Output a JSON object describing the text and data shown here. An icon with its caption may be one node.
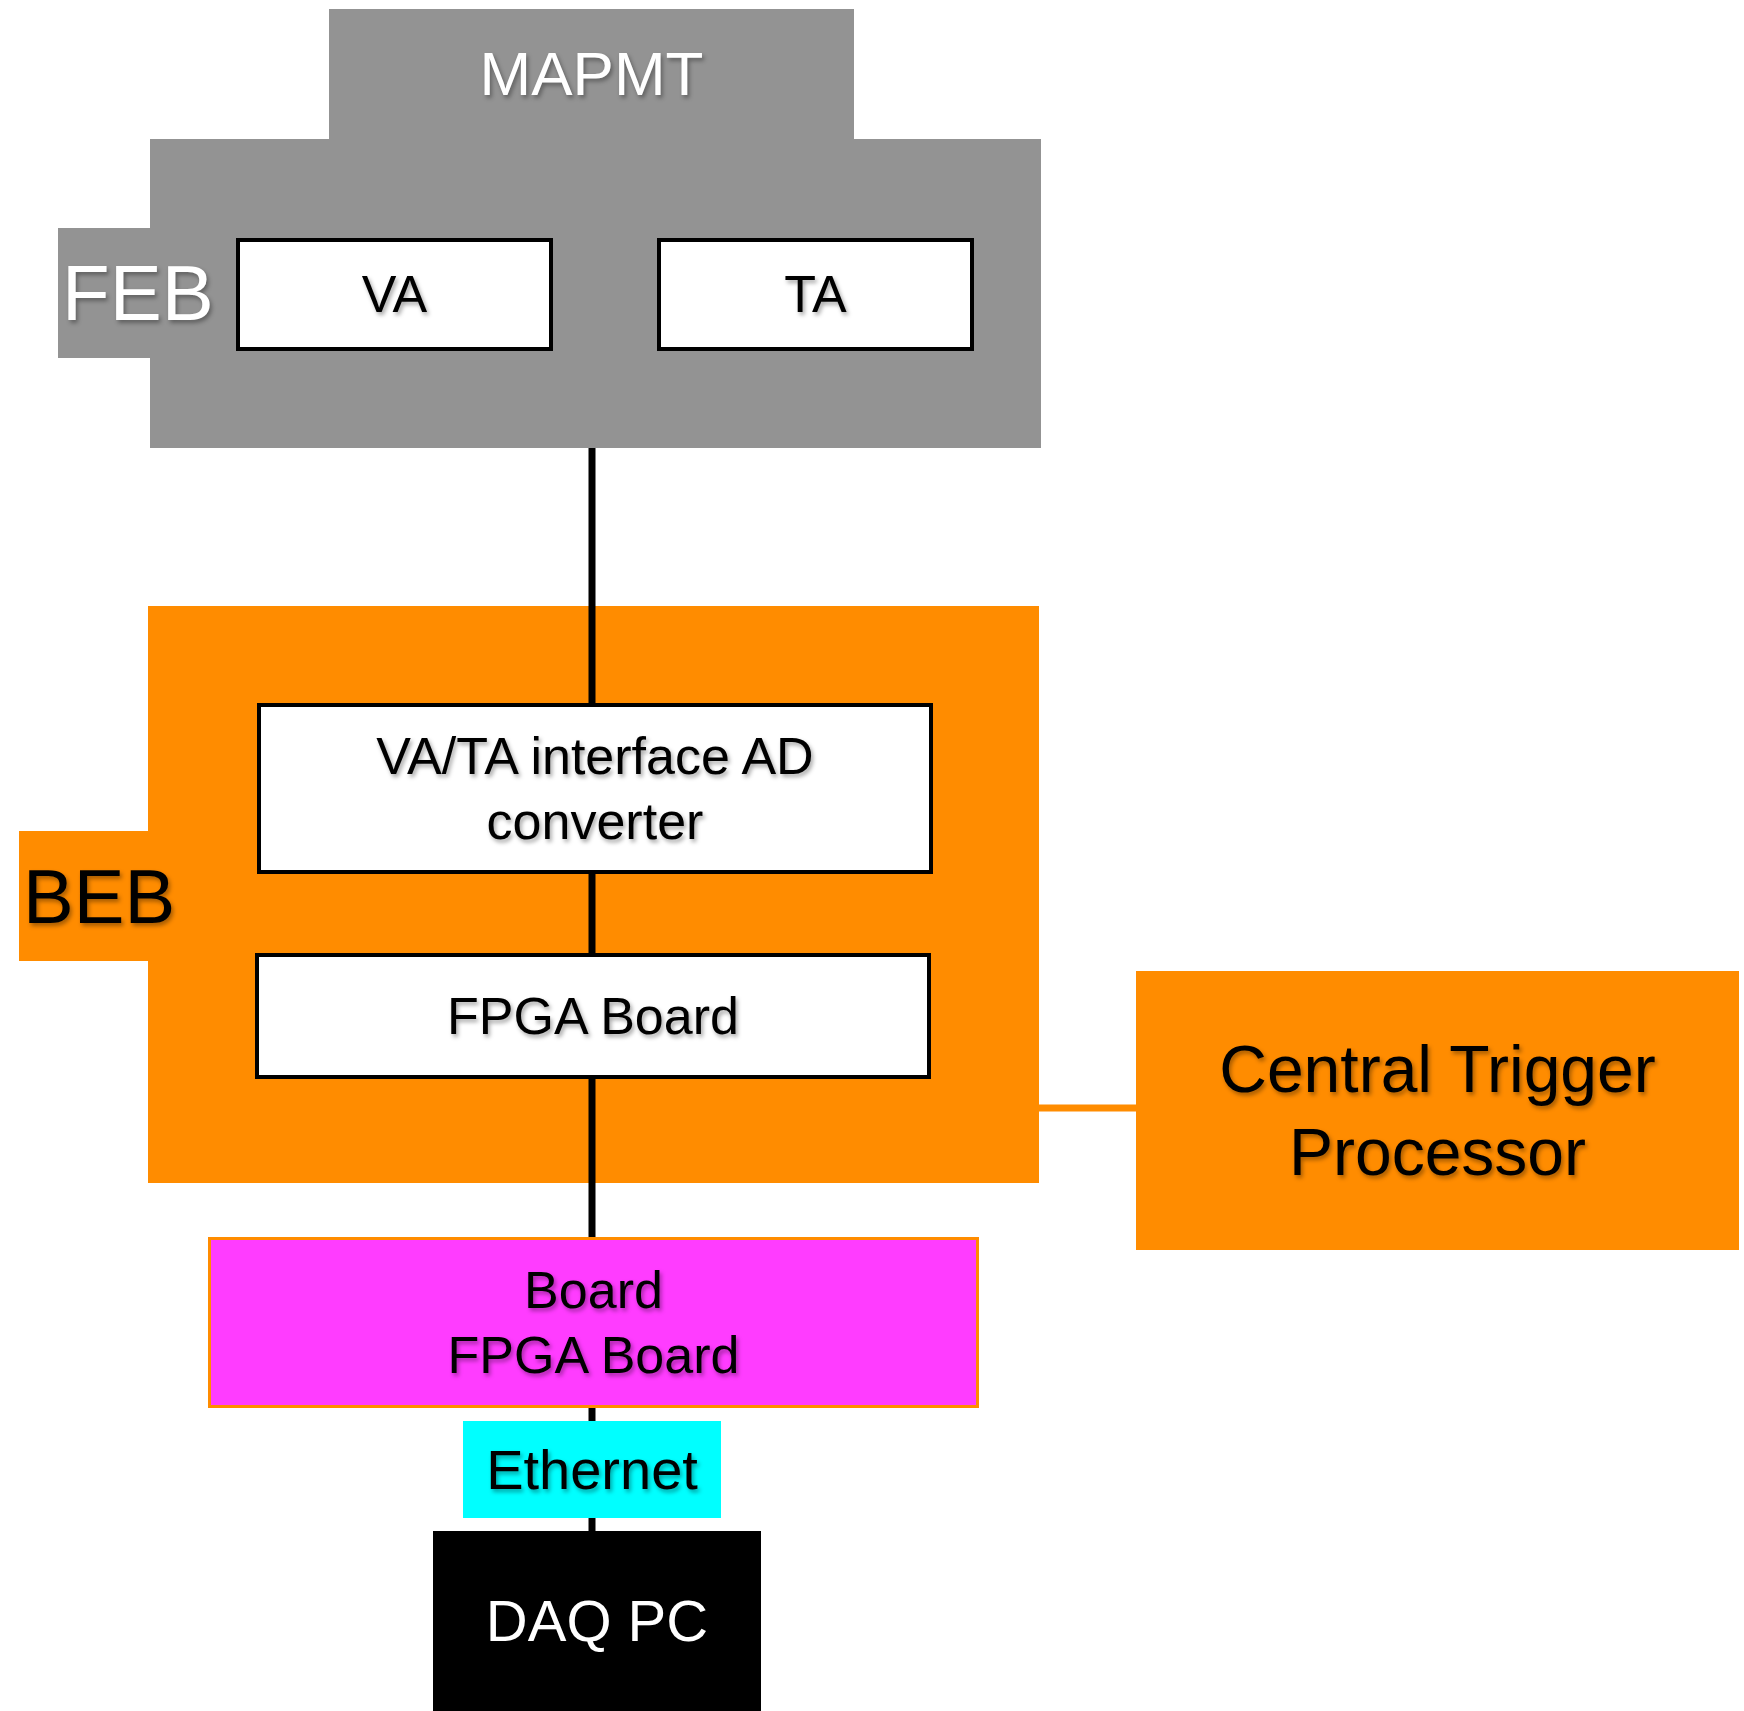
{
  "diagram": {
    "nodes": [
      {
        "text": [
          "MAPMT"
        ]
      },
      {
        "text": [
          "FEB"
        ]
      },
      {
        "text": [
          "VA"
        ],
        "in": 1
      },
      {
        "text": [
          "TA"
        ],
        "in": 1
      },
      {
        "text": [
          "BEB"
        ]
      },
      {
        "text": [
          "VA/TA interface AD converter"
        ],
        "in": 4
      },
      {
        "text": [
          "FPGA Board"
        ],
        "in": 4
      },
      {
        "text": [
          "Central Trigger Processor"
        ]
      },
      {
        "text": [
          "Board",
          "FPGA Board"
        ]
      },
      {
        "text": [
          "DAQ PC"
        ]
      }
    ],
    "edges": [
      {
        "from": 1,
        "to": 5,
        "arrow": "none"
      },
      {
        "from": 5,
        "to": 6,
        "arrow": "none"
      },
      {
        "from": 6,
        "to": 8,
        "arrow": "none"
      },
      {
        "from": 4,
        "to": 7,
        "arrow": "none",
        "color": "#ff8c00"
      },
      {
        "from": 8,
        "to": 9,
        "arrow": "none",
        "label": "Ethernet"
      }
    ]
  }
}
